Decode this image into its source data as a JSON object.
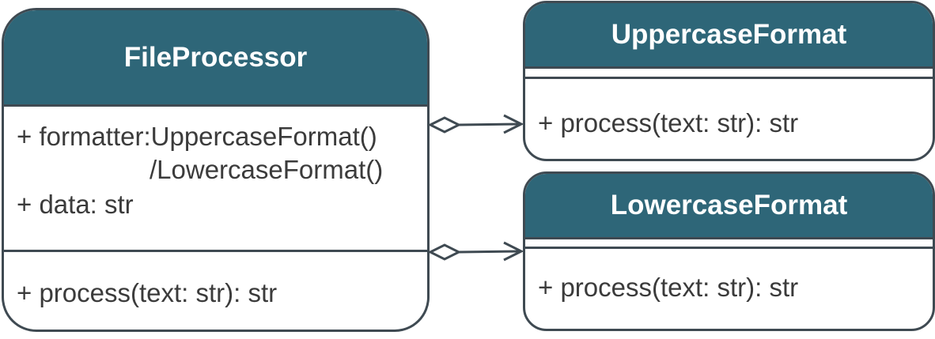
{
  "colors": {
    "header_fill": "#2e6678",
    "border": "#3f4a52",
    "header_text": "#ffffff",
    "member_text": "#3b3b3b"
  },
  "classes": {
    "file_processor": {
      "name": "FileProcessor",
      "attributes": [
        "+ formatter:UppercaseFormat()",
        "/LowercaseFormat()",
        "+ data: str"
      ],
      "methods": [
        "+ process(text: str): str"
      ]
    },
    "uppercase_format": {
      "name": "UppercaseFormat",
      "attributes": [],
      "methods": [
        "+ process(text: str): str"
      ]
    },
    "lowercase_format": {
      "name": "LowercaseFormat",
      "attributes": [],
      "methods": [
        "+ process(text: str): str"
      ]
    }
  },
  "relations": [
    {
      "type": "aggregation",
      "from": "FileProcessor",
      "to": "UppercaseFormat"
    },
    {
      "type": "aggregation",
      "from": "FileProcessor",
      "to": "LowercaseFormat"
    }
  ]
}
